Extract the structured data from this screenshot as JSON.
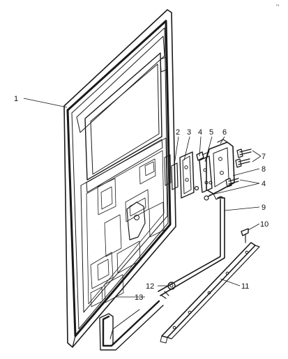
{
  "corner_mark": "ru",
  "callouts": [
    {
      "id": "1",
      "text": "1"
    },
    {
      "id": "2",
      "text": "2"
    },
    {
      "id": "3",
      "text": "3"
    },
    {
      "id": "4a",
      "text": "4"
    },
    {
      "id": "5",
      "text": "5"
    },
    {
      "id": "6",
      "text": "6"
    },
    {
      "id": "7",
      "text": "7"
    },
    {
      "id": "8",
      "text": "8"
    },
    {
      "id": "4b",
      "text": "4"
    },
    {
      "id": "9",
      "text": "9"
    },
    {
      "id": "10",
      "text": "10"
    },
    {
      "id": "11",
      "text": "11"
    },
    {
      "id": "12",
      "text": "12"
    },
    {
      "id": "13",
      "text": "13"
    }
  ],
  "colors": {
    "ink": "#1a1a1a",
    "background": "#ffffff"
  }
}
